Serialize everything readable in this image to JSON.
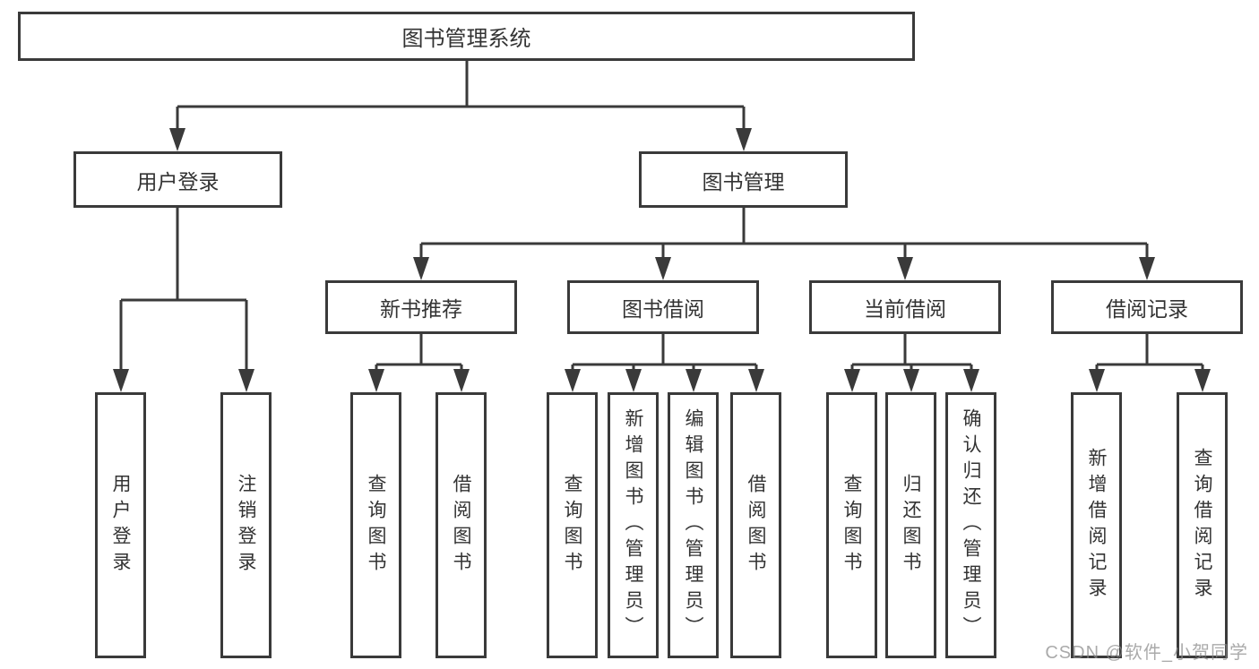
{
  "root": {
    "label": "图书管理系统"
  },
  "branches": [
    {
      "label": "用户登录",
      "children": [
        {
          "label": "用户登录"
        },
        {
          "label": "注销登录"
        }
      ]
    },
    {
      "label": "图书管理",
      "children": [
        {
          "label": "新书推荐",
          "children": [
            {
              "label": "查询图书"
            },
            {
              "label": "借阅图书"
            }
          ]
        },
        {
          "label": "图书借阅",
          "children": [
            {
              "label": "查询图书"
            },
            {
              "label": "新增图书（管理员）"
            },
            {
              "label": "编辑图书（管理员）"
            },
            {
              "label": "借阅图书"
            }
          ]
        },
        {
          "label": "当前借阅",
          "children": [
            {
              "label": "查询图书"
            },
            {
              "label": "归还图书"
            },
            {
              "label": "确认归还（管理员）"
            }
          ]
        },
        {
          "label": "借阅记录",
          "children": [
            {
              "label": "新增借阅记录"
            },
            {
              "label": "查询借阅记录"
            }
          ]
        }
      ]
    }
  ],
  "watermark": "CSDN @软件_小贺同学",
  "colors": {
    "line": "#3a3a3a",
    "text": "#333333",
    "box_background": "#ffffff",
    "watermark": "#8a8a8a"
  }
}
